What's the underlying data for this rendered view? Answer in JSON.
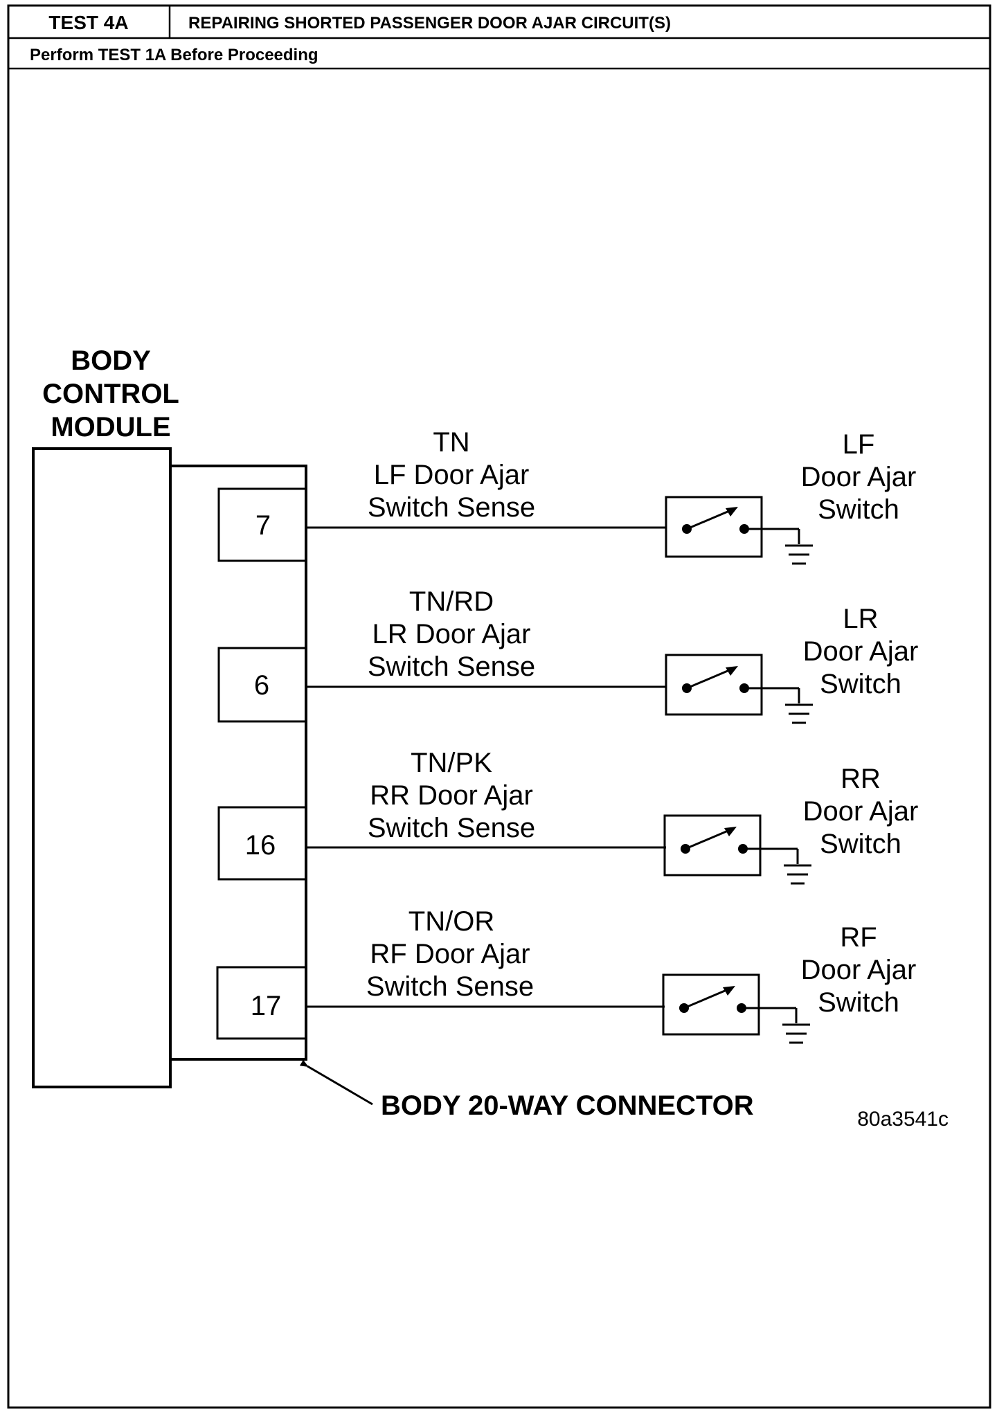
{
  "header": {
    "test_id": "TEST 4A",
    "title": "REPAIRING SHORTED PASSENGER DOOR AJAR CIRCUIT(S)",
    "prerequisite": "Perform TEST 1A Before Proceeding"
  },
  "module": {
    "line1": "BODY",
    "line2": "CONTROL",
    "line3": "MODULE"
  },
  "connector_label": "BODY 20-WAY CONNECTOR",
  "figure_id": "80a3541c",
  "circuits": [
    {
      "pin": "7",
      "wire_color": "TN",
      "wire_line1": "LF Door Ajar",
      "wire_line2": "Switch Sense",
      "switch_line1": "LF",
      "switch_line2": "Door Ajar",
      "switch_line3": "Switch"
    },
    {
      "pin": "6",
      "wire_color": "TN/RD",
      "wire_line1": "LR Door Ajar",
      "wire_line2": "Switch Sense",
      "switch_line1": "LR",
      "switch_line2": "Door Ajar",
      "switch_line3": "Switch"
    },
    {
      "pin": "16",
      "wire_color": "TN/PK",
      "wire_line1": "RR Door Ajar",
      "wire_line2": "Switch Sense",
      "switch_line1": "RR",
      "switch_line2": "Door Ajar",
      "switch_line3": "Switch"
    },
    {
      "pin": "17",
      "wire_color": "TN/OR",
      "wire_line1": "RF Door Ajar",
      "wire_line2": "Switch Sense",
      "switch_line1": "RF",
      "switch_line2": "Door Ajar",
      "switch_line3": "Switch"
    }
  ]
}
